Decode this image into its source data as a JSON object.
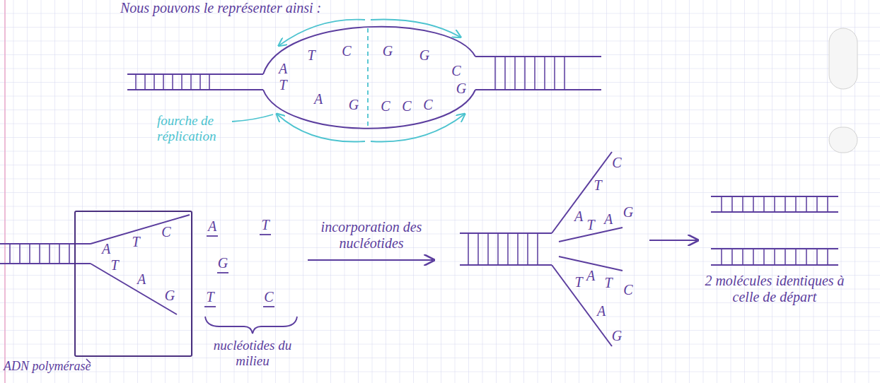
{
  "diagram": {
    "nodes": [
      {
        "text": [
          "ADN polymérase"
        ]
      }
    ],
    "labels": [
      "Nous pouvons le représenter ainsi :",
      "A",
      "T",
      "C",
      "G",
      "G",
      "C",
      "T",
      "A",
      "G",
      "C",
      "C",
      "C",
      "G",
      "fourche de réplication",
      "A",
      "T",
      "C",
      "T",
      "A",
      "G",
      "A",
      "T",
      "G",
      "T",
      "C",
      "nucléotides du milieu",
      "incorporation des nucléotides",
      "A",
      "T",
      "C",
      "T",
      "A",
      "G",
      "T",
      "A",
      "G",
      "A",
      "T",
      "C",
      "2 molécules identiques à celle de départ"
    ]
  }
}
